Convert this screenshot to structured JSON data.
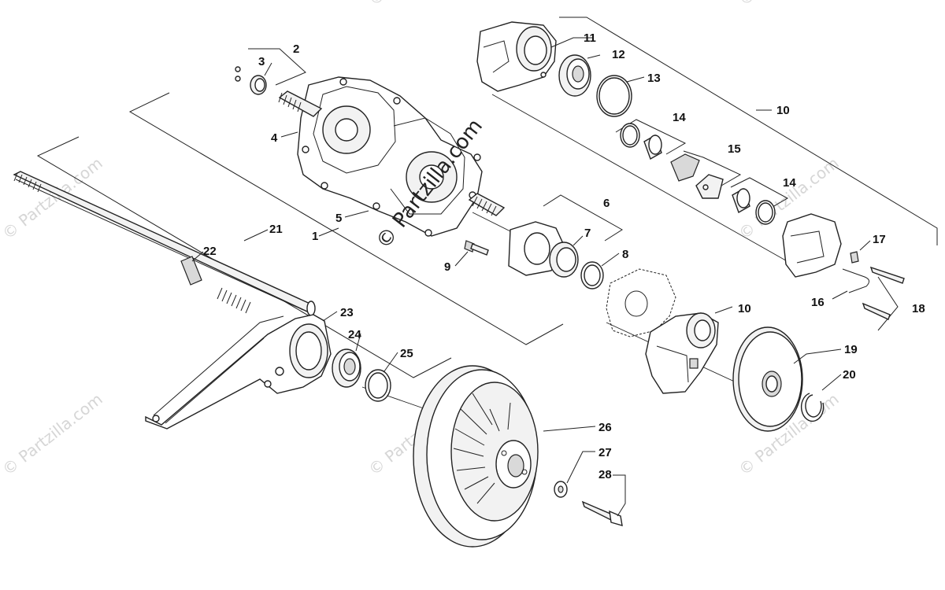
{
  "callouts": {
    "n1": "1",
    "n2": "2",
    "n3": "3",
    "n4": "4",
    "n5": "5",
    "n6": "6",
    "n7": "7",
    "n8": "8",
    "n9": "9",
    "n10a": "10",
    "n10b": "10",
    "n11": "11",
    "n12": "12",
    "n13": "13",
    "n14a": "14",
    "n14b": "14",
    "n15": "15",
    "n16": "16",
    "n17": "17",
    "n18": "18",
    "n19": "19",
    "n20": "20",
    "n21": "21",
    "n22": "22",
    "n23": "23",
    "n24": "24",
    "n25": "25",
    "n26": "26",
    "n27": "27",
    "n28": "28"
  },
  "watermark": {
    "center": "© Partzilla.com",
    "tile": "© Partzilla.com"
  },
  "colors": {
    "line": "#222222",
    "watermark_light": "#d6d6d6",
    "background": "#ffffff"
  }
}
